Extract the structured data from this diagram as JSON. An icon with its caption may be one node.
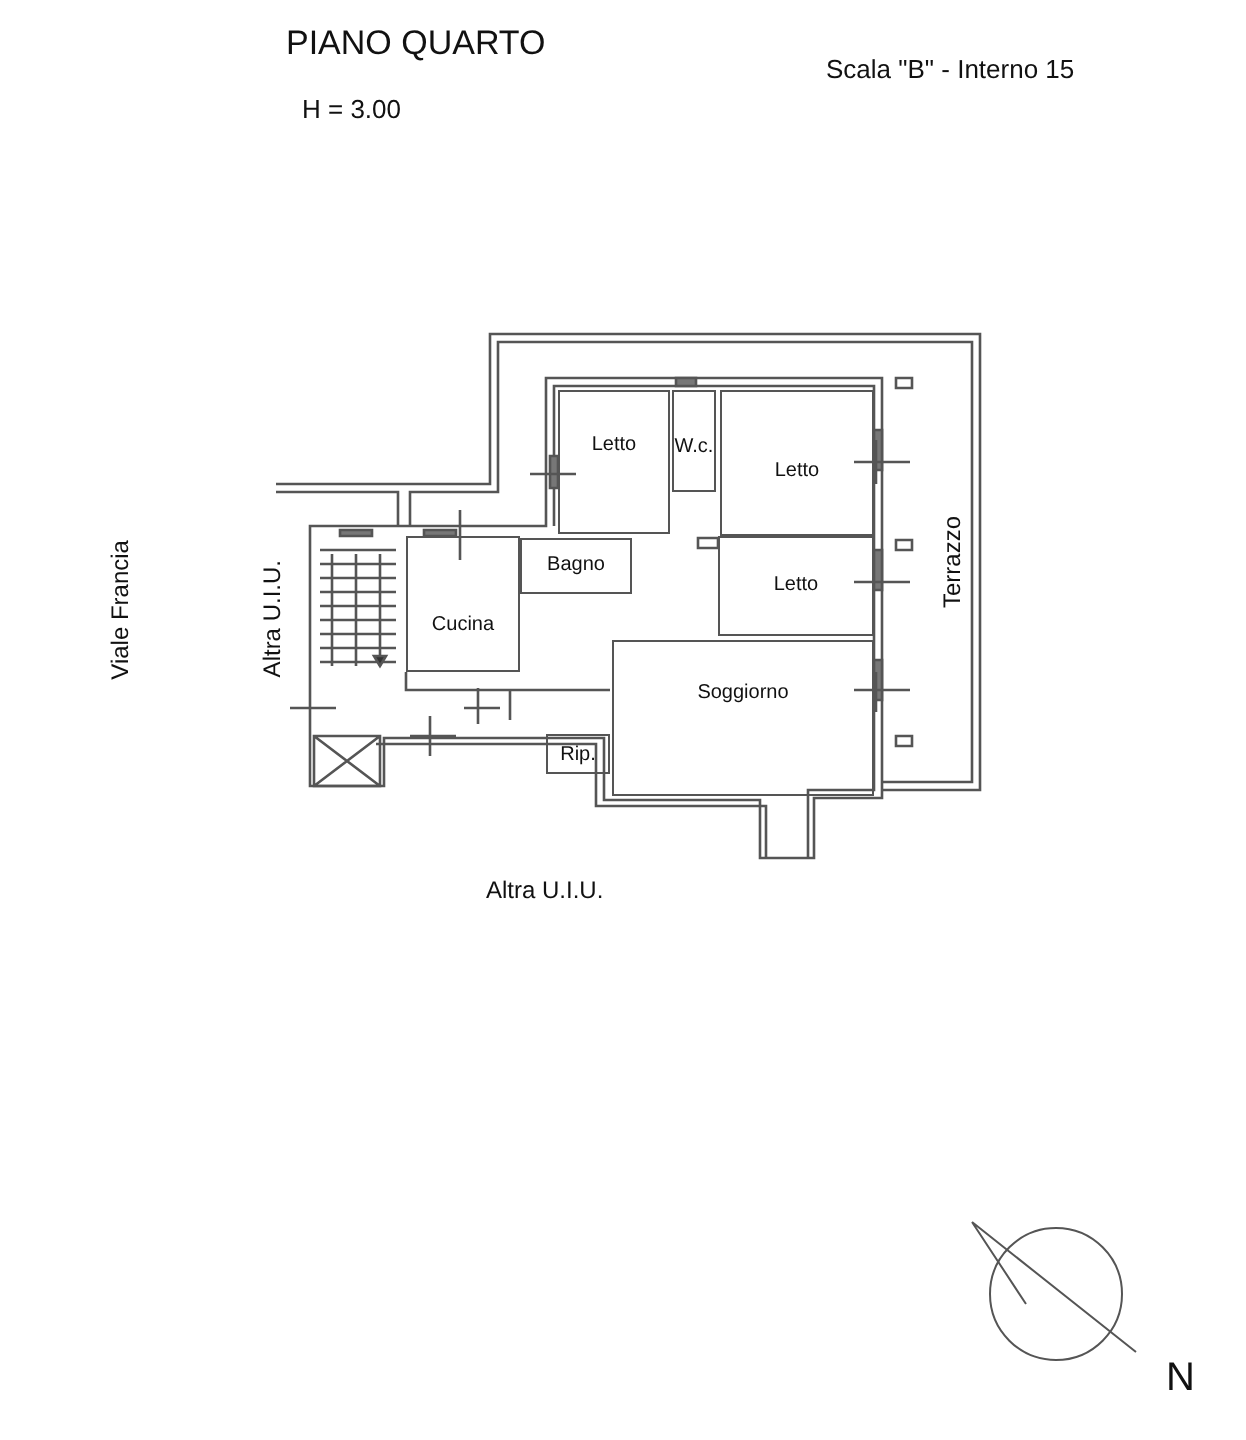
{
  "diagram": {
    "title": "PIANO QUARTO",
    "nodes": [
      {
        "text": [
          "Letto"
        ]
      },
      {
        "text": [
          "W.c."
        ]
      },
      {
        "text": [
          "Letto"
        ]
      },
      {
        "text": [
          "Bagno"
        ]
      },
      {
        "text": [
          "Letto"
        ]
      },
      {
        "text": [
          "Cucina"
        ]
      },
      {
        "text": [
          "Soggiorno"
        ]
      },
      {
        "text": [
          "Rip."
        ]
      },
      {
        "text": [
          "Terrazzo"
        ]
      }
    ],
    "labels": [
      "H = 3.00",
      "Scala \"B\" - Interno 15",
      "Viale Francia",
      "Altra U.I.U.",
      "Altra U.I.U.",
      "N"
    ]
  }
}
